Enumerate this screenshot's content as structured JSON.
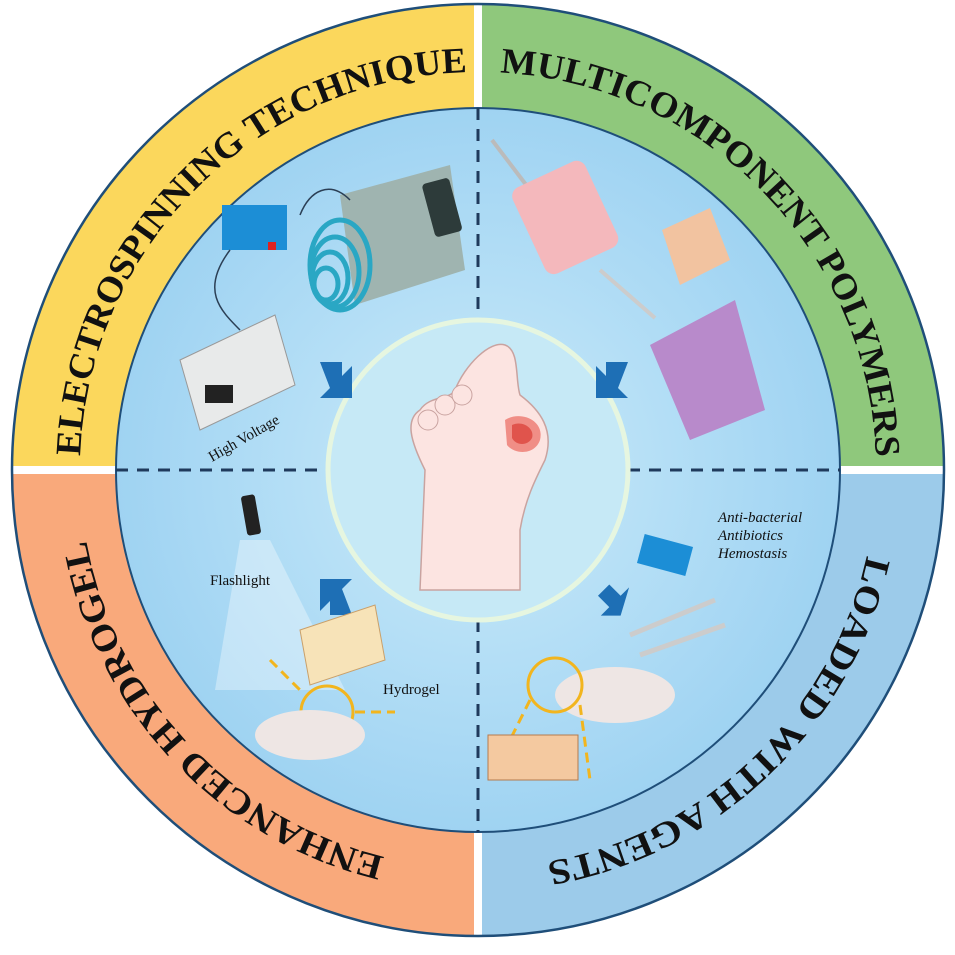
{
  "quadrants": {
    "top_left": {
      "title": "ELECTROSPINNING TECHNIQUE",
      "color": "#FBD75C"
    },
    "top_right": {
      "title": "MULTICOMPONENT POLYMERS",
      "color": "#8FC87C"
    },
    "bottom_right": {
      "title": "LOADED WITH AGENTS",
      "color": "#9CCBEA"
    },
    "bottom_left": {
      "title": "ENHANCED HYDROGEL",
      "color": "#F9A97B"
    }
  },
  "labels": {
    "high_voltage": "High Voltage",
    "flashlight": "Flashlight",
    "hydrogel": "Hydrogel",
    "agents": [
      "Anti-bacterial",
      "Antibiotics",
      "Hemostasis"
    ]
  },
  "colors": {
    "inner_circle": "#A9DAF6",
    "center_circle": "#C6E9F6",
    "arrow": "#1E6FB5",
    "dash": "#1F3A5C"
  }
}
